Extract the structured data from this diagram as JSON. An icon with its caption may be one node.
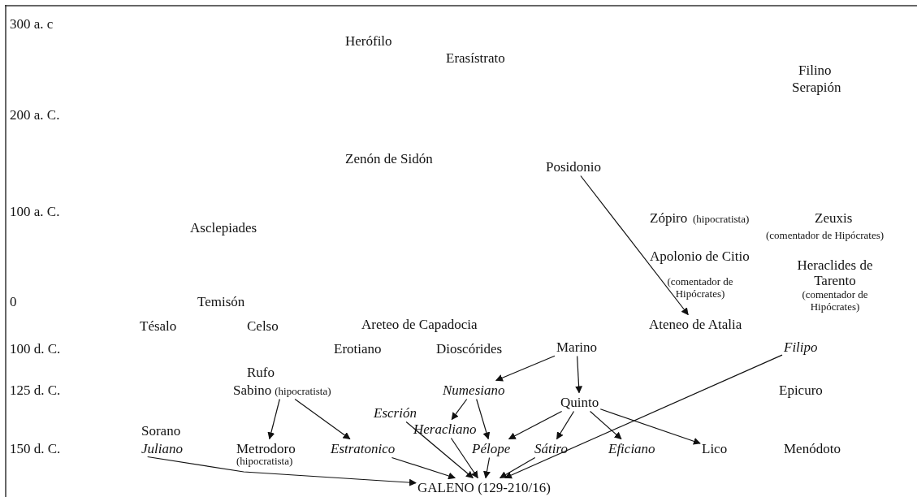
{
  "diagram": {
    "nodes": [
      {
        "text": [
          "Posidonio"
        ]
      },
      {
        "text": [
          "Ateneo de Atalia"
        ]
      },
      {
        "text": [
          "Marino"
        ]
      },
      {
        "text": [
          "Filipo"
        ]
      },
      {
        "text": [
          "Numesiano"
        ]
      },
      {
        "text": [
          "Sabino",
          "(hipocratista)"
        ]
      },
      {
        "text": [
          "Quinto"
        ]
      },
      {
        "text": [
          "Escrión"
        ]
      },
      {
        "text": [
          "Heracliano"
        ]
      },
      {
        "text": [
          "Juliano"
        ]
      },
      {
        "text": [
          "Metrodoro",
          "(hipocratista)"
        ]
      },
      {
        "text": [
          "Estratonico"
        ]
      },
      {
        "text": [
          "Pélope"
        ]
      },
      {
        "text": [
          "Sátiro"
        ]
      },
      {
        "text": [
          "Eficiano"
        ]
      },
      {
        "text": [
          "Lico"
        ]
      },
      {
        "text": [
          "GALENO (129-210/16)"
        ]
      }
    ],
    "edges": [
      {
        "from": 0,
        "to": 1,
        "arrow": "to"
      },
      {
        "from": 2,
        "to": 4,
        "arrow": "to"
      },
      {
        "from": 2,
        "to": 6,
        "arrow": "to"
      },
      {
        "from": 4,
        "to": 8,
        "arrow": "to"
      },
      {
        "from": 4,
        "to": 12,
        "arrow": "to"
      },
      {
        "from": 5,
        "to": 10,
        "arrow": "to"
      },
      {
        "from": 5,
        "to": 11,
        "arrow": "to"
      },
      {
        "from": 6,
        "to": 12,
        "arrow": "to"
      },
      {
        "from": 6,
        "to": 13,
        "arrow": "to"
      },
      {
        "from": 6,
        "to": 14,
        "arrow": "to"
      },
      {
        "from": 6,
        "to": 15,
        "arrow": "to"
      },
      {
        "from": 3,
        "to": 16,
        "arrow": "to"
      },
      {
        "from": 7,
        "to": 16,
        "arrow": "to"
      },
      {
        "from": 8,
        "to": 16,
        "arrow": "to"
      },
      {
        "from": 9,
        "to": 16,
        "arrow": "to"
      },
      {
        "from": 11,
        "to": 16,
        "arrow": "to"
      },
      {
        "from": 12,
        "to": 16,
        "arrow": "to"
      },
      {
        "from": 13,
        "to": 16,
        "arrow": "to"
      }
    ],
    "labels": [
      "300 a. c",
      "Herófilo",
      "Erasístrato",
      "Filino",
      "Serapión",
      "200 a. C.",
      "Zenón de Sidón",
      "100 a. C.",
      "Zópiro",
      "(hipocratista)",
      "Zeuxis",
      "Asclepiades",
      "(comentador de Hipócrates)",
      "Apolonio de Citio",
      "Heraclides de Tarento",
      "(comentador de Hipócrates)",
      "(comentador de Hipócrates)",
      "0",
      "Temisón",
      "Tésalo",
      "Celso",
      "Areteo de Capadocia",
      "100 d. C.",
      "Erotiano",
      "Dioscórides",
      "Rufo",
      "125 d. C.",
      "Epicuro",
      "Sorano",
      "150 d. C.",
      "Menódoto"
    ]
  }
}
